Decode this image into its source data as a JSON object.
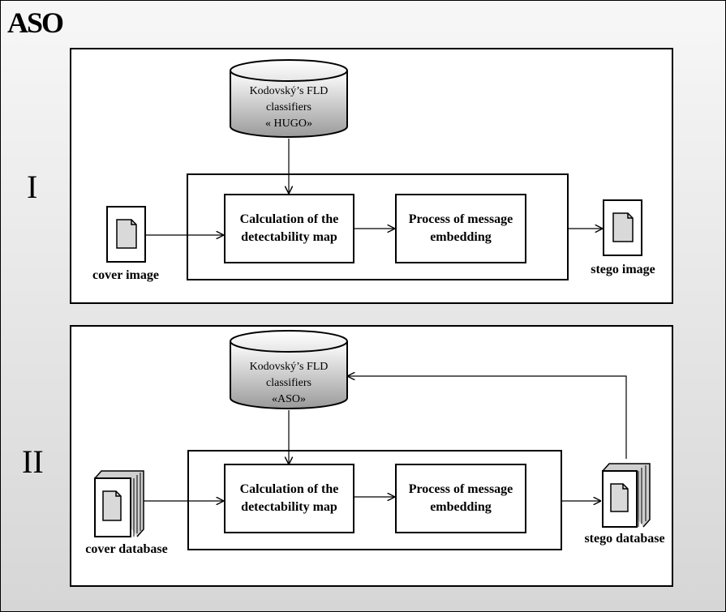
{
  "title": "ASO",
  "sections": [
    {
      "roman": "I",
      "database": [
        "Kodovský’s FLD",
        "classifiers",
        "« HUGO»"
      ],
      "step1": "Calculation of the detectability map",
      "step2": "Process of message embedding",
      "input_label": "cover image",
      "output_label": "stego image"
    },
    {
      "roman": "II",
      "database": [
        "Kodovský’s FLD",
        "classifiers",
        "«ASO»"
      ],
      "step1": "Calculation of the detectability map",
      "step2": "Process of message embedding",
      "input_label": "cover database",
      "output_label": "stego database"
    }
  ]
}
